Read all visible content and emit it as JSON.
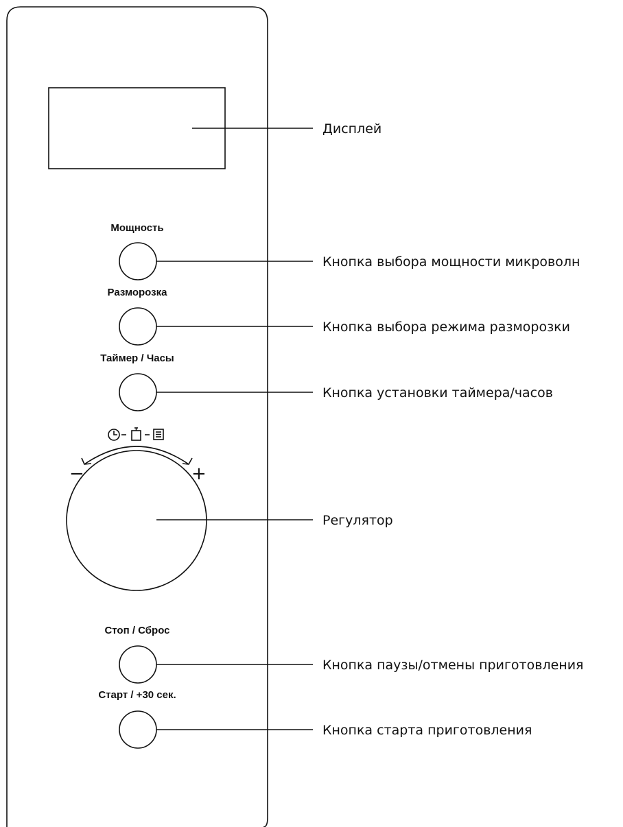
{
  "panel": {
    "buttons": {
      "power": "Мощность",
      "defrost": "Разморозка",
      "timer_clock": "Таймер / Часы",
      "stop_reset": "Стоп / Сброс",
      "start_30": "Старт / +30 сек."
    },
    "dial": {
      "minus_symbol": "−",
      "plus_symbol": "+",
      "mode_icons": [
        "clock-icon",
        "weight-icon",
        "menu-icon"
      ]
    }
  },
  "callouts": {
    "display": "Дисплей",
    "power_button": "Кнопка выбора мощности микроволн",
    "defrost_button": "Кнопка выбора режима разморозки",
    "timer_button": "Кнопка установки таймера/часов",
    "regulator": "Регулятор",
    "pause_button": "Кнопка паузы/отмены приготовления",
    "start_button": "Кнопка старта приготовления"
  },
  "colors": {
    "line": "#111111",
    "background": "#ffffff"
  }
}
